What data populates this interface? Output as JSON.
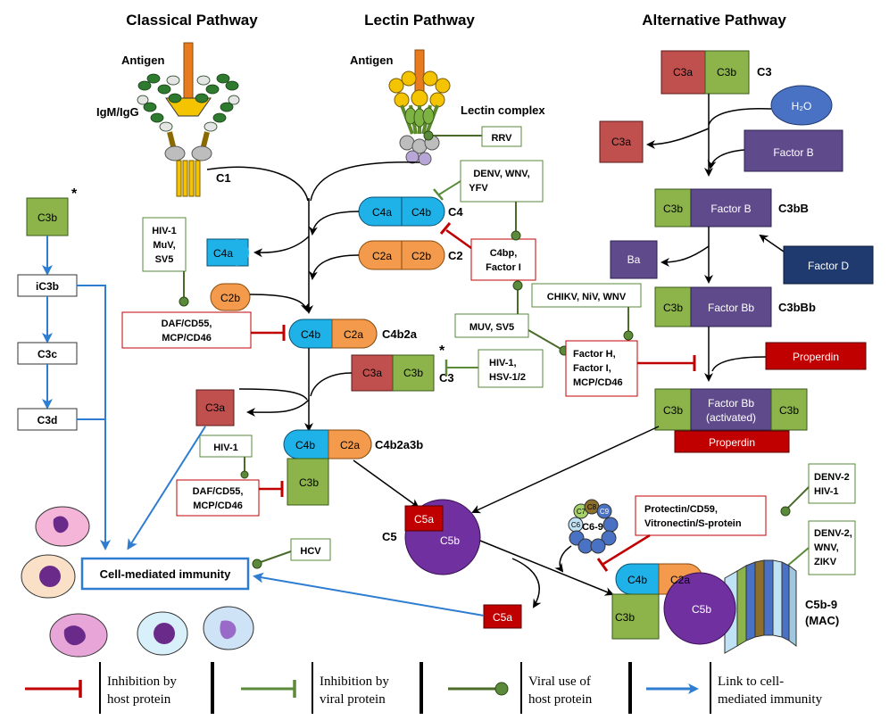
{
  "headers": {
    "classical": "Classical Pathway",
    "lectin": "Lectin Pathway",
    "alternative": "Alternative Pathway"
  },
  "labels": {
    "antigen_classical": "Antigen",
    "antigen_lectin": "Antigen",
    "igm_igg": "IgM/IgG",
    "c1": "C1",
    "lectin_complex": "Lectin complex",
    "c4": "C4",
    "c2": "C2",
    "c4b2a": "C4b2a",
    "c3_mid": "C3",
    "c4b2a3b": "C4b2a3b",
    "c5": "C5",
    "c6_9": "C6-9",
    "c3_alt": "C3",
    "c3bB": "C3bB",
    "c3bBb": "C3bBb",
    "c5b9": "C5b-9",
    "mac": "(MAC)",
    "asterisk_left": "*",
    "asterisk_mid": "*"
  },
  "components": {
    "c4a": "C4a",
    "c4b": "C4b",
    "c2a": "C2a",
    "c2b": "C2b",
    "c4a_free": "C4a",
    "c2b_free": "C2b",
    "c4b_conv": "C4b",
    "c2a_conv": "C2a",
    "c3a_mid": "C3a",
    "c3b_mid": "C3b",
    "c3a_free": "C3a",
    "c4b_c5": "C4b",
    "c2a_c5": "C2a",
    "c3b_c5": "C3b",
    "c5a": "C5a",
    "c5b": "C5b",
    "c5a_free": "C5a",
    "c3a_alt": "C3a",
    "c3b_alt": "C3b",
    "h2o": "H₂O",
    "c3a_alt_free": "C3a",
    "factor_b": "Factor B",
    "c3b_bb1": "C3b",
    "factor_b2": "Factor B",
    "ba": "Ba",
    "factor_d": "Factor D",
    "c3b_bbb": "C3b",
    "factor_bb": "Factor Bb",
    "properdin": "Properdin",
    "c3b_act1": "C3b",
    "factor_bb_act": "Factor Bb",
    "activated": "(activated)",
    "c3b_act2": "C3b",
    "properdin2": "Properdin",
    "c3b_left": "C3b",
    "ic3b": "iC3b",
    "c3c": "C3c",
    "c3d": "C3d",
    "cmi": "Cell-mediated immunity",
    "c6": "C6",
    "c7": "C7",
    "c8": "C8",
    "c9": "C9",
    "mac_c4b": "C4b",
    "mac_c2a": "C2a",
    "mac_c3b": "C3b",
    "mac_c5b": "C5b"
  },
  "host_boxes": {
    "rrv": "RRV",
    "denv_wnv_yfv": [
      "DENV, WNV,",
      "YFV"
    ],
    "c4bp": [
      "C4bp,",
      "Factor I"
    ],
    "hiv_muv_sv5": [
      "HIV-1",
      "MuV,",
      "SV5"
    ],
    "daf1": [
      "DAF/CD55,",
      "MCP/CD46"
    ],
    "chikv": "CHIKV, NiV, WNV",
    "muv_sv5": "MUV, SV5",
    "factor_h": [
      "Factor H,",
      "Factor I,",
      "MCP/CD46"
    ],
    "hiv_hsv": [
      "HIV-1,",
      "HSV-1/2"
    ],
    "hiv1": "HIV-1",
    "daf2": [
      "DAF/CD55,",
      "MCP/CD46"
    ],
    "hcv": "HCV",
    "protectin": [
      "Protectin/CD59,",
      "Vitronectin/S-protein"
    ],
    "denv2_hiv": [
      "DENV-2",
      "HIV-1"
    ],
    "denv2_wnv_zikv": [
      "DENV-2,",
      "WNV,",
      "ZIKV"
    ]
  },
  "legend": [
    {
      "line1": "Inhibition by",
      "line2": "host protein"
    },
    {
      "line1": "Inhibition by",
      "line2": "viral protein"
    },
    {
      "line1": "Viral use of",
      "line2": "host protein"
    },
    {
      "line1": "Link to cell-",
      "line2": "mediated immunity"
    }
  ],
  "colors": {
    "c4": "#1fb2e8",
    "c2": "#f39a4c",
    "c3a": "#c0504d",
    "c3b": "#8cb44a",
    "factor_b": "#5f4b8b",
    "factor_d": "#1f3a6e",
    "h2o": "#4a72c4",
    "properdin": "#c00000",
    "c5b": "#7030a0",
    "c5a": "#c00000",
    "host_inhibit": "#c00000",
    "viral_inhibit": "#5a8a3a",
    "viral_use": "#4b6b2a",
    "link": "#2e7dd1"
  }
}
